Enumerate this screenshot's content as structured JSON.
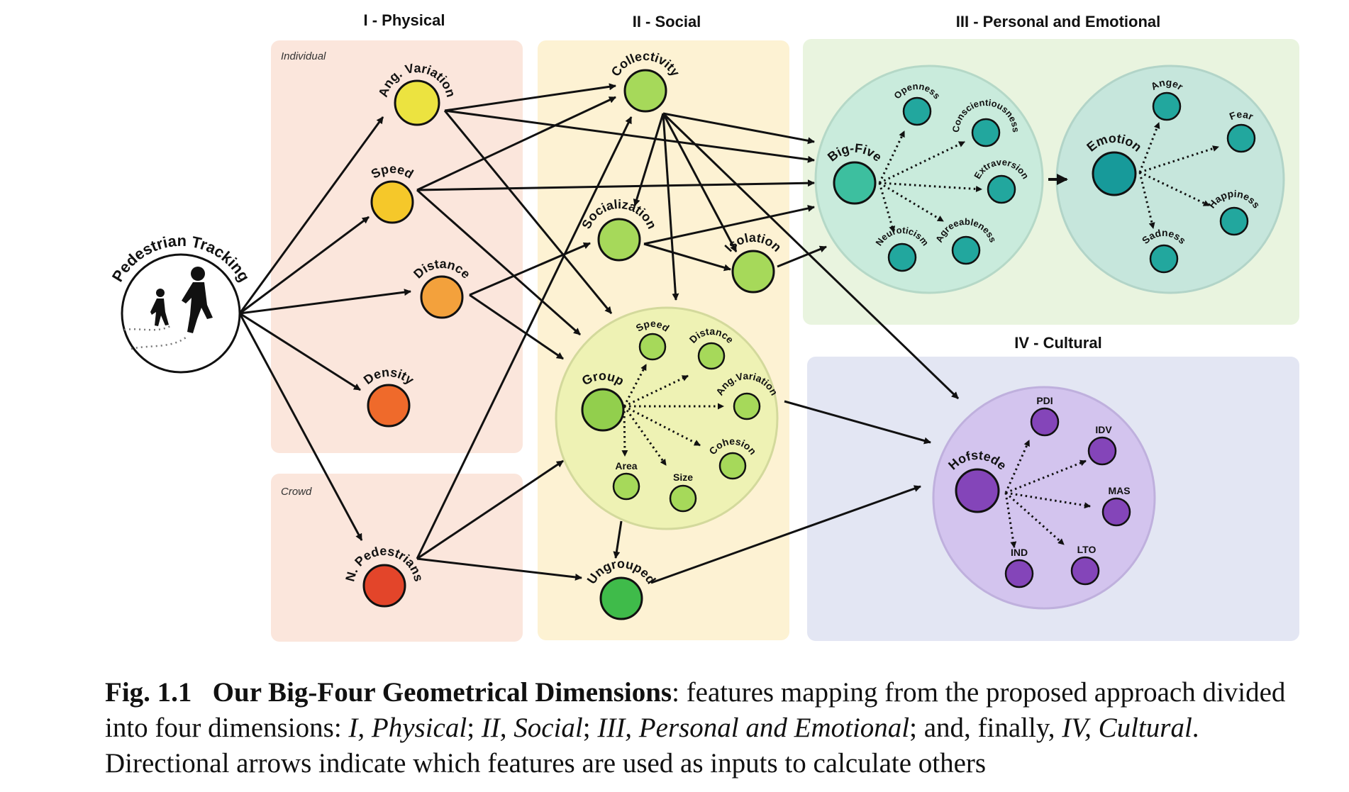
{
  "columns": {
    "physical": "I - Physical",
    "social": "II - Social",
    "personal": "III - Personal and Emotional",
    "cultural": "IV - Cultural"
  },
  "subpanels": {
    "individual": "Individual",
    "crowd": "Crowd"
  },
  "source_node": "Pedestrian Tracking",
  "physical_nodes": {
    "ang_variation": "Ang. Variation",
    "speed": "Speed",
    "distance": "Distance",
    "density": "Density",
    "n_pedestrians": "N. Pedestrians"
  },
  "social_nodes": {
    "collectivity": "Collectivity",
    "socialization": "Socialization",
    "isolation": "Isolation",
    "ungrouped": "Ungrouped"
  },
  "group_cluster": {
    "hub": "Group",
    "children": [
      "Speed",
      "Distance",
      "Ang.Variation",
      "Cohesion",
      "Size",
      "Area"
    ]
  },
  "bigfive_cluster": {
    "hub": "Big-Five",
    "children": [
      "Openness",
      "Conscientiousness",
      "Extraversion",
      "Agreeableness",
      "Neuroticism"
    ]
  },
  "emotion_cluster": {
    "hub": "Emotion",
    "children": [
      "Anger",
      "Fear",
      "Happiness",
      "Sadness"
    ]
  },
  "hofstede_cluster": {
    "hub": "Hofstede",
    "children": [
      "PDI",
      "IDV",
      "MAS",
      "LTO",
      "IND"
    ]
  },
  "colors": {
    "physical_bg": "#fbe6dc",
    "social_bg": "#fdf2d3",
    "personal_bg": "#e9f4df",
    "cultural_bg": "#e3e6f3",
    "ang_variation": "#ece340",
    "speed": "#f5c82a",
    "distance": "#f3a13c",
    "density": "#ef6a2b",
    "n_pedestrians": "#e3452a",
    "social_node": "#a6d95a",
    "group": "#92cf4d",
    "ungrouped": "#3fbb4a",
    "bigfive": "#3dbf9f",
    "emotion": "#179a9a",
    "teal_small": "#22a79e",
    "hofstede": "#8445b9"
  },
  "caption": {
    "label": "Fig. 1.1",
    "title": "Our Big-Four Geometrical Dimensions",
    "text_1": ": features mapping from the proposed approach divided into four dimensions: ",
    "dim_1": "I, Physical",
    "sep_1": "; ",
    "dim_2": "II, Social",
    "sep_2": "; ",
    "dim_3": "III, Personal and Emotional",
    "sep_3": "; and, finally, ",
    "dim_4": "IV, Cultural",
    "text_2": ". Directional arrows indicate which features are used as inputs to calculate others"
  }
}
